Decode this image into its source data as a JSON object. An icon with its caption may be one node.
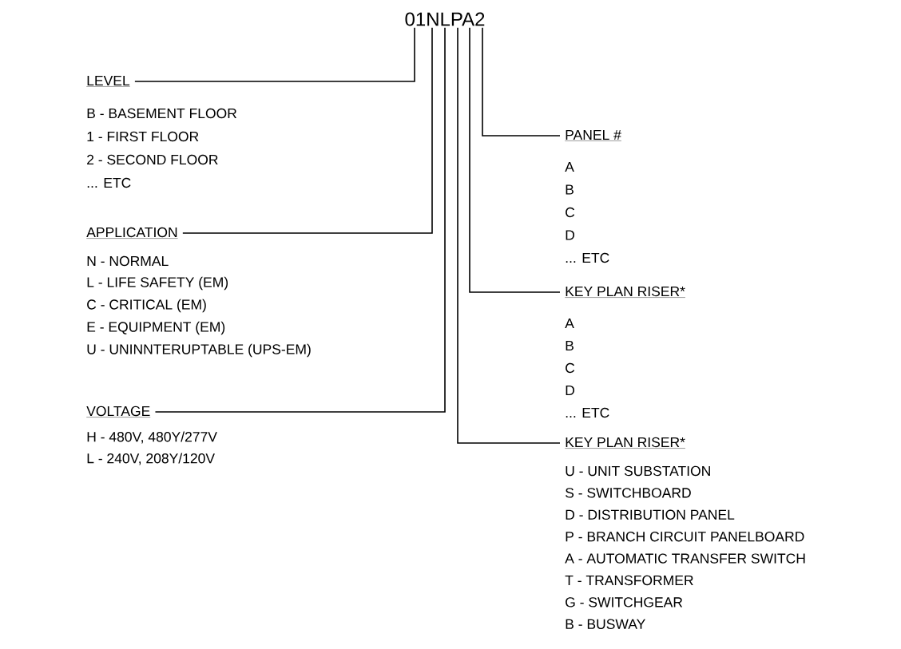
{
  "diagram": {
    "nodes": [
      {
        "text": [
          "01NLPA2"
        ]
      },
      {
        "text": [
          "LEVEL"
        ],
        "beside": [
          "B - BASEMENT FLOOR",
          "1 - FIRST FLOOR",
          "2 - SECOND FLOOR",
          "... ETC"
        ]
      },
      {
        "text": [
          "APPLICATION"
        ],
        "beside": [
          "N - NORMAL",
          "L - LIFE SAFETY (EM)",
          "C - CRITICAL (EM)",
          "E - EQUIPMENT (EM)",
          "U - UNINNTERUPTABLE (UPS-EM)"
        ]
      },
      {
        "text": [
          "VOLTAGE"
        ],
        "beside": [
          "H - 480V, 480Y/277V",
          "L - 240V, 208Y/120V"
        ]
      },
      {
        "text": [
          "PANEL #"
        ],
        "beside": [
          "A",
          "B",
          "C",
          "D",
          "... ETC"
        ]
      },
      {
        "text": [
          "KEY PLAN RISER*"
        ],
        "beside": [
          "A",
          "B",
          "C",
          "D",
          "... ETC"
        ]
      },
      {
        "text": [
          "KEY PLAN RISER*"
        ],
        "beside": [
          "U - UNIT SUBSTATION",
          "S - SWITCHBOARD",
          "D - DISTRIBUTION PANEL",
          "P - BRANCH CIRCUIT PANELBOARD",
          "A - AUTOMATIC TRANSFER SWITCH",
          "T - TRANSFORMER",
          "G - SWITCHGEAR",
          "B - BUSWAY"
        ]
      }
    ],
    "edges": [
      {
        "from": 0,
        "to": 1,
        "arrow": "none"
      },
      {
        "from": 0,
        "to": 2,
        "arrow": "none"
      },
      {
        "from": 0,
        "to": 3,
        "arrow": "none"
      },
      {
        "from": 0,
        "to": 6,
        "arrow": "none"
      },
      {
        "from": 0,
        "to": 5,
        "arrow": "none"
      },
      {
        "from": 0,
        "to": 4,
        "arrow": "none"
      }
    ]
  }
}
